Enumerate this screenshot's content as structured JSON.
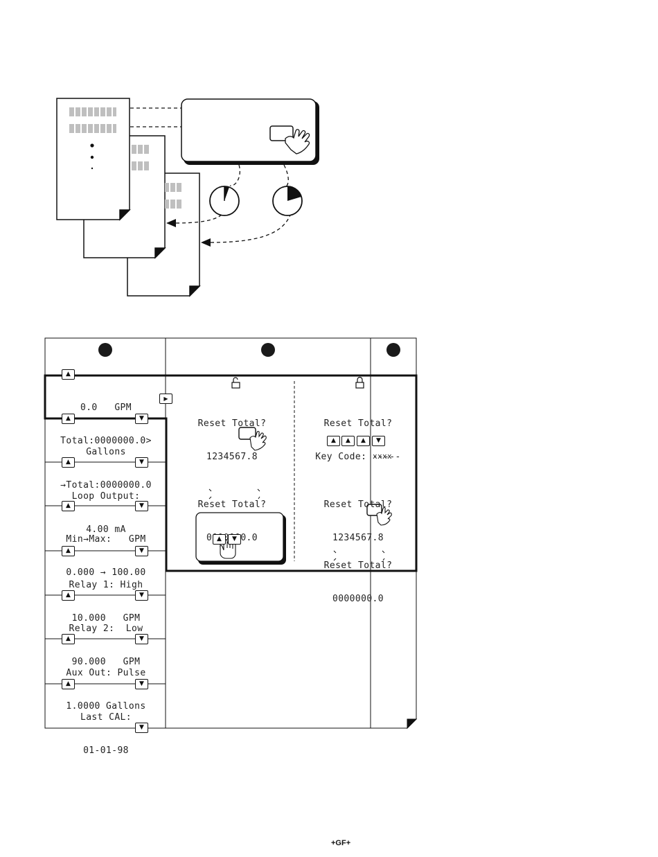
{
  "left_column": {
    "screens": [
      {
        "line1": "0.0   GPM",
        "line2": "Total:0000000.0>"
      },
      {
        "line1": "Gallons",
        "line2": "→Total:0000000.0"
      },
      {
        "line1": "Loop Output:",
        "line2": "4.00 mA"
      },
      {
        "line1": "Min→Max:   GPM",
        "line2": "0.000 → 100.00"
      },
      {
        "line1": "Relay 1: High",
        "line2": "10.000   GPM"
      },
      {
        "line1": "Relay 2:  Low",
        "line2": "90.000   GPM"
      },
      {
        "line1": "Aux Out: Pulse",
        "line2": "1.0000 Gallons"
      },
      {
        "line1": "Last CAL:",
        "line2": "01-01-98"
      }
    ]
  },
  "unlocked_column": {
    "screen1": {
      "line1": "Reset Total?",
      "line2": "1234567.8"
    },
    "screen2": {
      "line1": "Reset Total?",
      "line2": "0000000.0"
    }
  },
  "locked_column": {
    "screen1": {
      "line1": "Reset Total?",
      "line2": "Key Code: -----"
    },
    "keycode_mask": "xxxx",
    "screen2": {
      "line1": "Reset Total?",
      "line2": "1234567.8"
    },
    "screen3": {
      "line1": "Reset Total?",
      "line2": "0000000.0"
    }
  },
  "icons": {
    "up_arrow": "▲",
    "down_arrow": "▼",
    "right_arrow": "▶"
  },
  "footer": {
    "logo": "+GF+"
  }
}
